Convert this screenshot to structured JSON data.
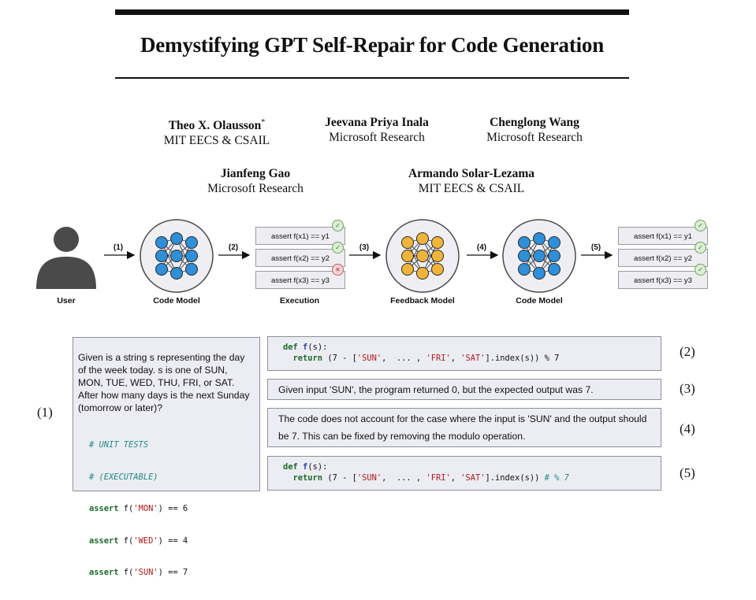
{
  "paper": {
    "title": "Demystifying GPT Self-Repair for Code Generation",
    "authors": [
      {
        "name": "Theo X. Olausson",
        "mark": "*",
        "affiliation": "MIT EECS & CSAIL"
      },
      {
        "name": "Jeevana Priya Inala",
        "affiliation": "Microsoft Research"
      },
      {
        "name": "Chenglong Wang",
        "affiliation": "Microsoft Research"
      },
      {
        "name": "Jianfeng Gao",
        "affiliation": "Microsoft Research"
      },
      {
        "name": "Armando Solar-Lezama",
        "affiliation": "MIT EECS & CSAIL"
      }
    ]
  },
  "pipeline": {
    "labels": {
      "user": "User",
      "code_model_1": "Code  Model",
      "execution": "Execution",
      "feedback_model": "Feedback Model",
      "code_model_2": "Code  Model"
    },
    "steps": [
      "(1)",
      "(2)",
      "(3)",
      "(4)",
      "(5)"
    ],
    "execution_tests": [
      "assert f(x1) == y1",
      "assert f(x2) == y2",
      "assert f(x3) == y3"
    ],
    "execution_results": [
      "pass",
      "pass",
      "fail"
    ],
    "final_tests": [
      "assert f(x1) == y1",
      "assert f(x2) == y2",
      "assert f(x3) == y3"
    ],
    "final_results": [
      "pass",
      "pass",
      "pass"
    ],
    "colors": {
      "code_model_node": "#2f8fd8",
      "feedback_model_node": "#f0b43a",
      "user": "#4a4a4a"
    }
  },
  "example": {
    "panel_number": "(1)",
    "prompt_lines": [
      "Given is a string s representing the day",
      "of the week today.  s is one of SUN,",
      "MON, TUE, WED, THU, FRI, or SAT.",
      "After how many days is the next Sunday",
      "(tomorrow or later)?"
    ],
    "unit_tests_comment_1": "# UNIT TESTS",
    "unit_tests_comment_2": "# (EXECUTABLE)",
    "asserts": [
      {
        "kw": "assert",
        "call": " f(",
        "arg": "'MON'",
        "rest": ") == 6"
      },
      {
        "kw": "assert",
        "call": " f(",
        "arg": "'WED'",
        "rest": ") == 4"
      },
      {
        "kw": "assert",
        "call": " f(",
        "arg": "'SUN'",
        "rest": ") == 7"
      }
    ],
    "program_number": "(2)",
    "program": {
      "def": "def",
      "fname": "f",
      "sig": "(s):",
      "ret": "return",
      "pre": " (7 - [",
      "s1": "'SUN'",
      "mid": ",  ... , ",
      "s2": "'FRI'",
      "comma": ", ",
      "s3": "'SAT'",
      "post": "].index(s)) % 7"
    },
    "feedback_number": "(3)",
    "execution_feedback": "Given input 'SUN', the program returned 0, but the expected output was 7.",
    "explanation_number": "(4)",
    "explanation_lines": [
      "The code does not account for the case where the input is 'SUN' and the output should",
      "be 7. This can be fixed by removing the modulo operation."
    ],
    "repair_number": "(5)",
    "repair": {
      "def": "def",
      "fname": "f",
      "sig": "(s):",
      "ret": "return",
      "pre": " (7 - [",
      "s1": "'SUN'",
      "mid": ",  ... , ",
      "s2": "'FRI'",
      "comma": ", ",
      "s3": "'SAT'",
      "post": "].index(s))",
      "comment": " # % 7"
    }
  }
}
